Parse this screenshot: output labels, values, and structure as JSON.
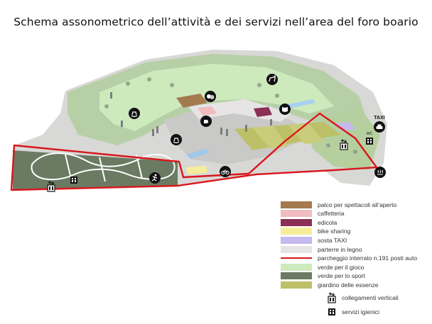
{
  "title": "Schema assonometrico dell’attività e dei servizi nell’area del foro boario",
  "colors": {
    "palco": "#a5794e",
    "caffetteria": "#f0bcc0",
    "edicola": "#8b2f55",
    "bike_sharing": "#f6ed9a",
    "sosta_taxi": "#c5b9ef",
    "parterre": "#e6e4e4",
    "parcheggio_line": "#d9171b",
    "verde_gioco": "#cdeabd",
    "verde_sport": "#6b7a62",
    "giardino_essenze": "#bdc067"
  },
  "legend": [
    {
      "label": "palco per spettacoli all’aperto",
      "color": "#a5794e",
      "kind": "box"
    },
    {
      "label": "caffetteria",
      "color": "#f0bcc0",
      "kind": "box"
    },
    {
      "label": "edicola",
      "color": "#8b2f55",
      "kind": "box"
    },
    {
      "label": "bike sharing",
      "color": "#f6ed9a",
      "kind": "box"
    },
    {
      "label": "sosta TAXI",
      "color": "#c5b9ef",
      "kind": "box"
    },
    {
      "label": "parterre in legno",
      "color": "#e6e4e4",
      "kind": "box"
    },
    {
      "label": "parcheggio interrato  n.191 posti auto",
      "color": "#d9171b",
      "kind": "line"
    },
    {
      "label": "verde per il gioco",
      "color": "#cdeabd",
      "kind": "box"
    },
    {
      "label": "verde per lo sport",
      "color": "#6b7a62",
      "kind": "box"
    },
    {
      "label": "giardino delle essenze",
      "color": "#bdc067",
      "kind": "box"
    }
  ],
  "icon_legend": [
    {
      "icon": "elevator-icon",
      "label": "collegamenti verticali"
    },
    {
      "icon": "toilet-icon",
      "label": "servizi igienici"
    }
  ],
  "map_labels": {
    "taxi": "TAXI",
    "wc": "WC"
  }
}
